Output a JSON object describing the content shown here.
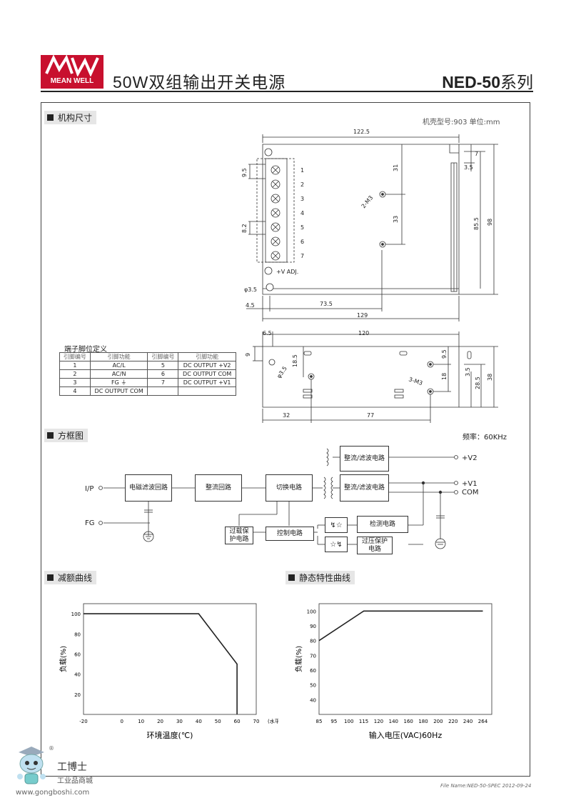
{
  "header": {
    "brand_logo": "MW",
    "brand_name": "MEAN WELL",
    "title": "50W双组输出开关电源",
    "model": "NED-50",
    "model_suffix": "系列"
  },
  "mechanical": {
    "section_title": "机构尺寸",
    "case_info": "机壳型号:903  单位:mm",
    "top_dims": {
      "width": "122.5",
      "d7": "7",
      "d3_5": "3.5",
      "d31": "31",
      "d33": "33",
      "d85_5": "85.5",
      "d98": "98",
      "d9_5": "9.5",
      "d8_2": "8.2",
      "screw": "2-M3",
      "hole": "φ3.5",
      "d4_5": "4.5",
      "d73_5": "73.5",
      "d129": "129",
      "vadj": "+V ADJ."
    },
    "terminal_numbers": [
      "1",
      "2",
      "3",
      "4",
      "5",
      "6",
      "7"
    ],
    "side_dims": {
      "d6_5": "6.5",
      "d120": "120",
      "d9": "9",
      "d18_5": "18.5",
      "hole": "φ3.5",
      "d9_5": "9.5",
      "d18": "18",
      "screw": "3-M3",
      "d3_5": "3.5",
      "d28_5": "28.5",
      "d38": "38",
      "d32": "32",
      "d77": "77"
    }
  },
  "pin_table": {
    "title": "端子脚位定义",
    "headers": [
      "引脚编号",
      "引脚功能",
      "引脚编号",
      "引脚功能"
    ],
    "rows": [
      [
        "1",
        "AC/L",
        "5",
        "DC OUTPUT +V2"
      ],
      [
        "2",
        "AC/N",
        "6",
        "DC OUTPUT COM"
      ],
      [
        "3",
        "FG ⏚",
        "7",
        "DC OUTPUT +V1"
      ],
      [
        "4",
        "DC OUTPUT COM",
        "",
        ""
      ]
    ]
  },
  "block": {
    "section_title": "方框图",
    "freq": "频率：60KHz",
    "ip": "I/P",
    "fg": "FG",
    "emi": "电磁滤波回路",
    "rect1": "整流回路",
    "switch": "切换电路",
    "rect_v2": "整流/滤波电路",
    "rect_v1": "整流/滤波电路",
    "v2": "+V2",
    "v1": "+V1",
    "com": "COM",
    "olp": "过载保护电路",
    "ctrl": "控制电路",
    "detect": "检测电路",
    "ovp": "过压保护电路"
  },
  "derating": {
    "section_title": "减额曲线",
    "chart_data": {
      "type": "line",
      "x": [
        -20,
        40,
        60,
        60
      ],
      "values": [
        100,
        100,
        50,
        0
      ],
      "xticks": [
        "-20",
        "0",
        "10",
        "20",
        "30",
        "40",
        "50",
        "60",
        "70"
      ],
      "yticks": [
        "20",
        "40",
        "60",
        "80",
        "100"
      ],
      "xlim": [
        -20,
        70
      ],
      "ylim": [
        0,
        110
      ],
      "x_unit": "(水平)",
      "xlabel": "环境温度(℃)",
      "ylabel": "负载(%)"
    }
  },
  "static": {
    "section_title": "静态特性曲线",
    "chart_data": {
      "type": "line",
      "x": [
        85,
        115,
        264
      ],
      "values": [
        80,
        100,
        100
      ],
      "xticks": [
        "85",
        "95",
        "100",
        "115",
        "120",
        "140",
        "160",
        "180",
        "200",
        "220",
        "240",
        "264"
      ],
      "yticks": [
        "40",
        "50",
        "60",
        "70",
        "80",
        "90",
        "100"
      ],
      "ylim": [
        30,
        105
      ],
      "xlabel": "输入电压(VAC)60Hz",
      "ylabel": "负载(%)"
    }
  },
  "watermark": {
    "url": "www.gongboshi.com",
    "name": "工博士",
    "sub": "工业品商城",
    "reg": "®"
  },
  "footer": "File Name:NED-50-SPEC   2012-09-24"
}
